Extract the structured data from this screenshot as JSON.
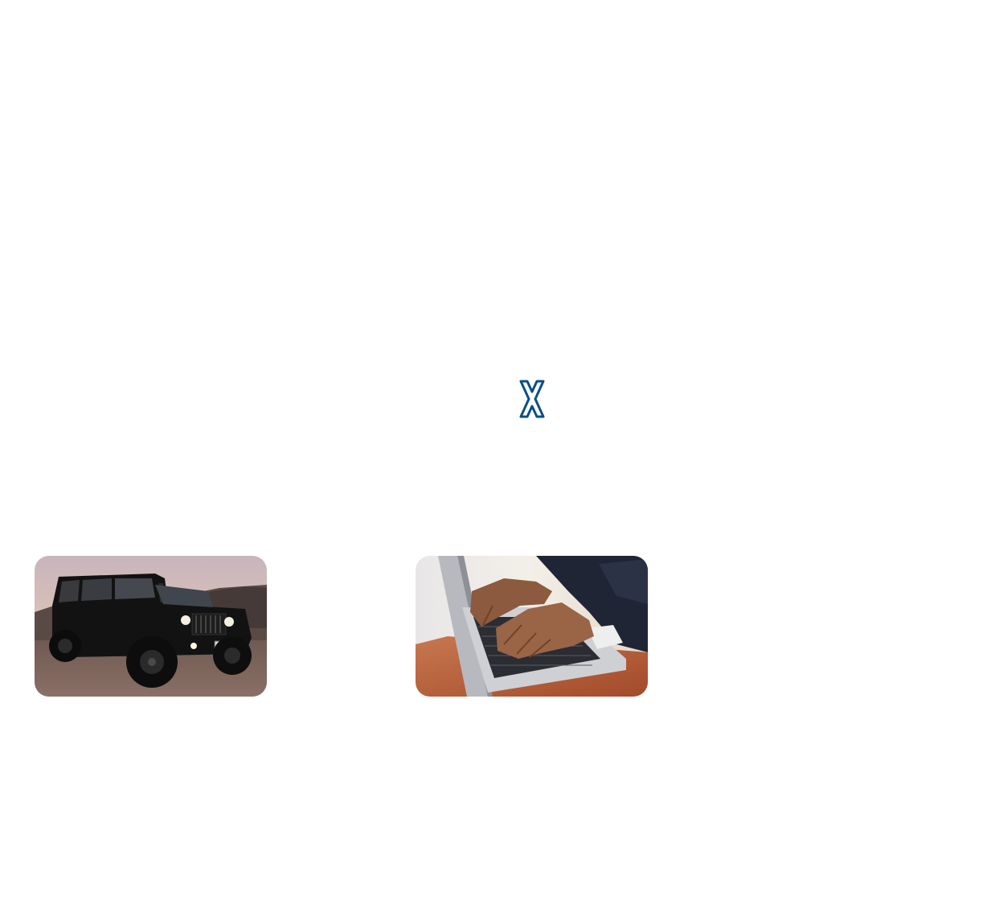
{
  "close": {
    "icon": "close-x-icon",
    "color": "#0b4f86"
  },
  "images": [
    {
      "subject": "black-jeep-offroad",
      "icon": "jeep-photo"
    },
    {
      "subject": "hands-typing-on-laptop",
      "icon": "laptop-photo"
    }
  ]
}
